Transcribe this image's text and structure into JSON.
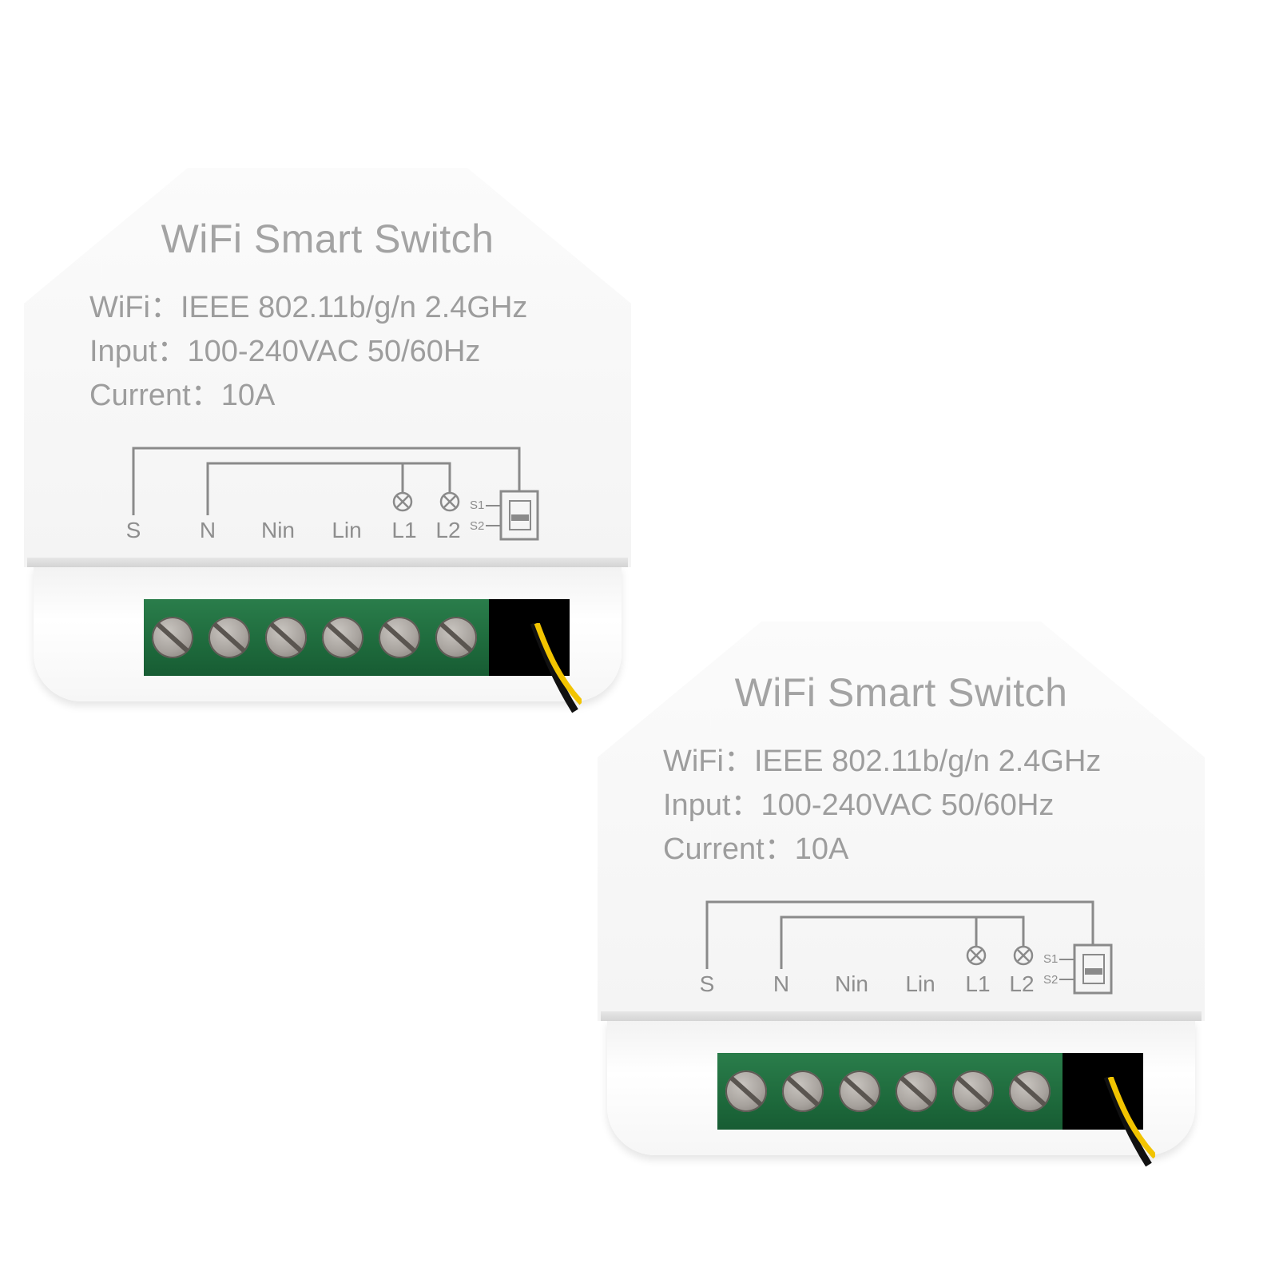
{
  "devices": [
    {
      "title": "WiFi Smart Switch",
      "specs": {
        "wifi": "WiFi：IEEE 802.11b/g/n 2.4GHz",
        "input": "Input：100-240VAC 50/60Hz",
        "current": "Current：10A"
      },
      "terminals": [
        "S",
        "N",
        "Nin",
        "Lin",
        "L1",
        "L2"
      ],
      "switch_labels": [
        "S1",
        "S2"
      ]
    },
    {
      "title": "WiFi Smart Switch",
      "specs": {
        "wifi": "WiFi：IEEE 802.11b/g/n 2.4GHz",
        "input": "Input：100-240VAC 50/60Hz",
        "current": "Current：10A"
      },
      "terminals": [
        "S",
        "N",
        "Nin",
        "Lin",
        "L1",
        "L2"
      ],
      "switch_labels": [
        "S1",
        "S2"
      ]
    }
  ],
  "colors": {
    "housing": "#f7f7f7",
    "terminal_green": "#1e6a3c",
    "screw": "#a8a39e",
    "wire_yellow": "#f2c400",
    "wire_black": "#111111"
  }
}
